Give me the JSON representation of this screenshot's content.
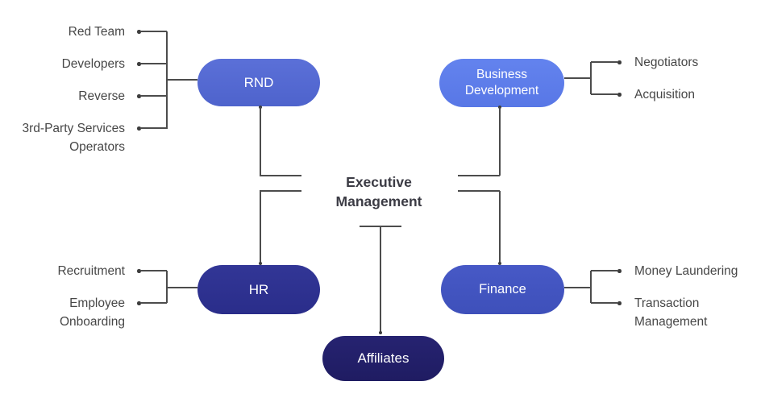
{
  "title": "Executive Management",
  "colors": {
    "rnd": "#5267D1",
    "business_development": "#5E7CEB",
    "hr": "#2D3190",
    "finance": "#4355C2",
    "affiliates": "#221F6B",
    "connector_line": "#4C4C4C",
    "connector_dot": "#3D3D3D",
    "item_text": "#474747",
    "title_text": "#3B3B44",
    "pill_text": "#FFFFFF",
    "background": "#FFFFFF"
  },
  "departments": {
    "rnd": {
      "label": "RND",
      "items": [
        "Red Team",
        "Developers",
        "Reverse",
        "3rd-Party Services Operators"
      ]
    },
    "business_development": {
      "label": "Business Development",
      "items": [
        "Negotiators",
        "Acquisition"
      ]
    },
    "hr": {
      "label": "HR",
      "items": [
        "Recruitment",
        "Employee Onboarding"
      ]
    },
    "finance": {
      "label": "Finance",
      "items": [
        "Money Laundering",
        "Transaction Management"
      ]
    },
    "affiliates": {
      "label": "Affiliates",
      "items": []
    }
  }
}
